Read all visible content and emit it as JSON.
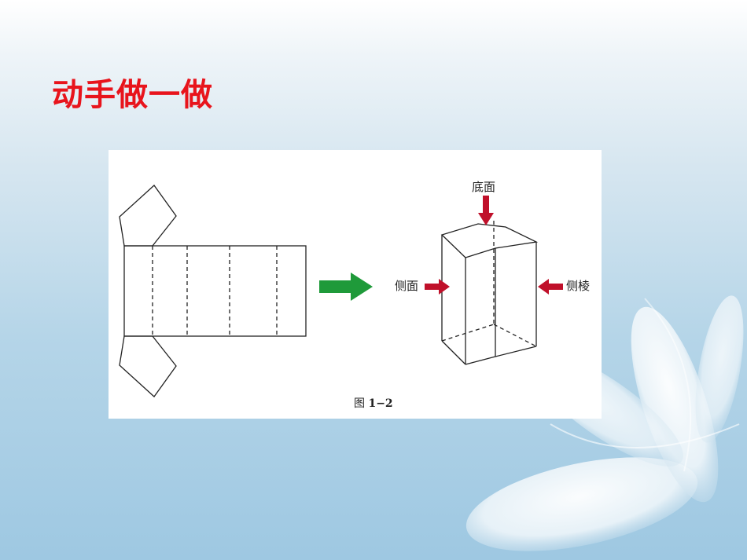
{
  "slide": {
    "title": "动手做一做"
  },
  "figure": {
    "labels": {
      "base_face": "底面",
      "side_face": "侧面",
      "side_edge": "侧棱"
    },
    "caption_prefix": "图",
    "caption_number": "1−2"
  },
  "colors": {
    "title": "#e8141c",
    "arrow_green": "#1f9a3a",
    "arrow_red": "#c0102a"
  }
}
